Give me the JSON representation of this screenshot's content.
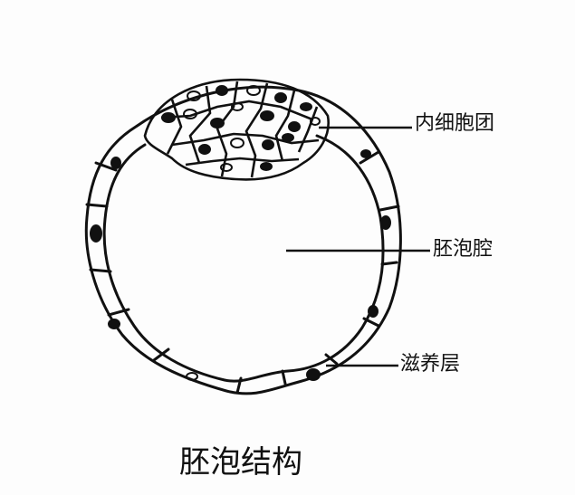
{
  "diagram": {
    "labels": {
      "inner_cell_mass": "内细胞团",
      "blastocoel": "胚泡腔",
      "trophoblast": "滋养层"
    },
    "caption": "胚泡结构"
  },
  "colors": {
    "ink": "#111111",
    "background": "#fdfdfd"
  }
}
